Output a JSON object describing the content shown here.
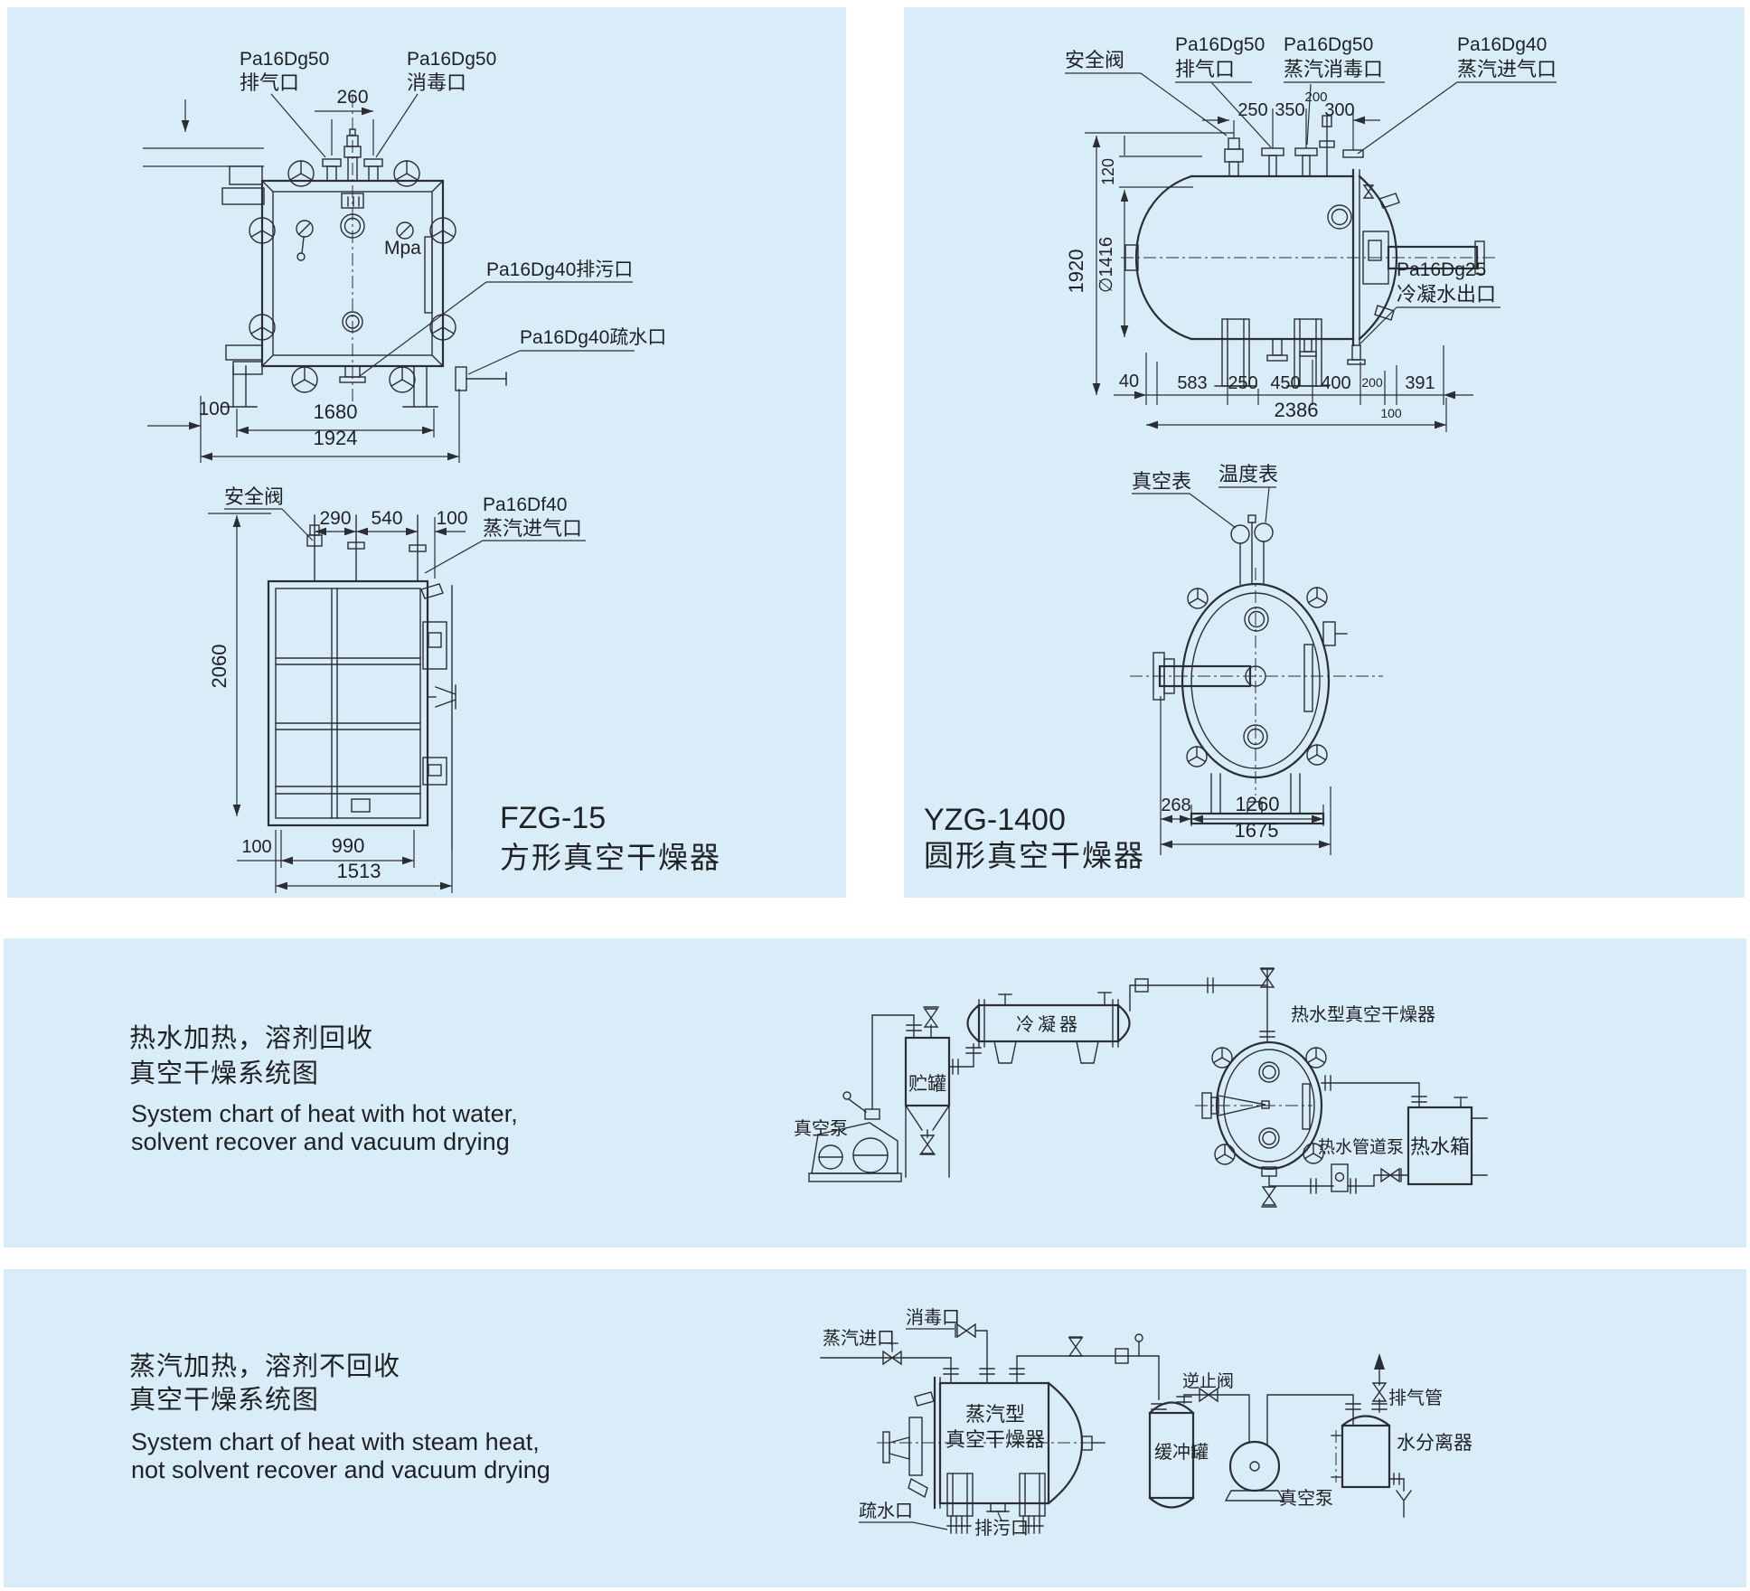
{
  "colors": {
    "page_bg": "#ffffff",
    "panel_bg": "#d9edf8",
    "line": "#2b2e33"
  },
  "fzg": {
    "model": "FZG-15",
    "type_name": "方形真空干燥器",
    "top": {
      "exhaust_l1": "Pa16Dg50",
      "exhaust_l2": "排气口",
      "sterilize_l1": "Pa16Dg50",
      "sterilize_l2": "消毒口",
      "pressure_unit": "Mpa",
      "drain_label": "Pa16Dg40排污口",
      "trap_label": "Pa16Dg40疏水口",
      "dim_260": "260",
      "dim_100": "100",
      "dim_1680": "1680",
      "dim_1924": "1924"
    },
    "front": {
      "safety_valve": "安全阀",
      "steam_l1": "Pa16Df40",
      "steam_l2": "蒸汽进气口",
      "dim_290": "290",
      "dim_540": "540",
      "dim_100_top": "100",
      "dim_2060": "2060",
      "dim_100_bottom": "100",
      "dim_990": "990",
      "dim_1513": "1513"
    }
  },
  "yzg": {
    "model": "YZG-1400",
    "type_name": "圆形真空干燥器",
    "side": {
      "safety_valve": "安全阀",
      "exhaust_l1": "Pa16Dg50",
      "exhaust_l2": "排气口",
      "sterilize_l1": "Pa16Dg50",
      "sterilize_l2": "蒸汽消毒口",
      "steam_l1": "Pa16Dg40",
      "steam_l2": "蒸汽进气口",
      "condensate_l1": "Pa16Dg25",
      "condensate_l2": "冷凝水出口",
      "dim_250": "250",
      "dim_350": "350",
      "dim_200": "200",
      "dim_300": "300",
      "dim_120": "120",
      "dim_1920": "1920",
      "dim_1416": "∅1416",
      "dim_40": "40",
      "dim_583": "583",
      "dim_250b": "250",
      "dim_450": "450",
      "dim_400": "400",
      "dim_200b": "200",
      "dim_100": "100",
      "dim_391": "391",
      "dim_2386": "2386"
    },
    "front": {
      "vacuum_gauge": "真空表",
      "temp_gauge": "温度表",
      "dim_268": "268",
      "dim_1260": "1260",
      "dim_1675": "1675"
    }
  },
  "hot_water": {
    "heading_cn_1": "热水加热，溶剂回收",
    "heading_cn_2": "真空干燥系统图",
    "heading_en_1": "System chart of heat with hot water,",
    "heading_en_2": "solvent recover and vacuum drying",
    "vacuum_pump": "真空泵",
    "storage_tank": "贮罐",
    "condenser": "冷凝器",
    "dryer": "热水型真空干燥器",
    "pipe_pump": "热水管道泵",
    "water_tank": "热水箱"
  },
  "steam": {
    "heading_cn_1": "蒸汽加热，溶剂不回收",
    "heading_cn_2": "真空干燥系统图",
    "heading_en_1": "System chart of heat with steam heat,",
    "heading_en_2": "not solvent recover and vacuum drying",
    "steam_inlet": "蒸汽进口",
    "sterilize_port": "消毒口",
    "dryer_l1": "蒸汽型",
    "dryer_l2": "真空干燥器",
    "trap_port": "疏水口",
    "blowdown_port": "排污口",
    "check_valve": "逆止阀",
    "buffer_tank": "缓冲罐",
    "vacuum_pump": "真空泵",
    "exhaust_pipe": "排气管",
    "water_separator": "水分离器"
  }
}
